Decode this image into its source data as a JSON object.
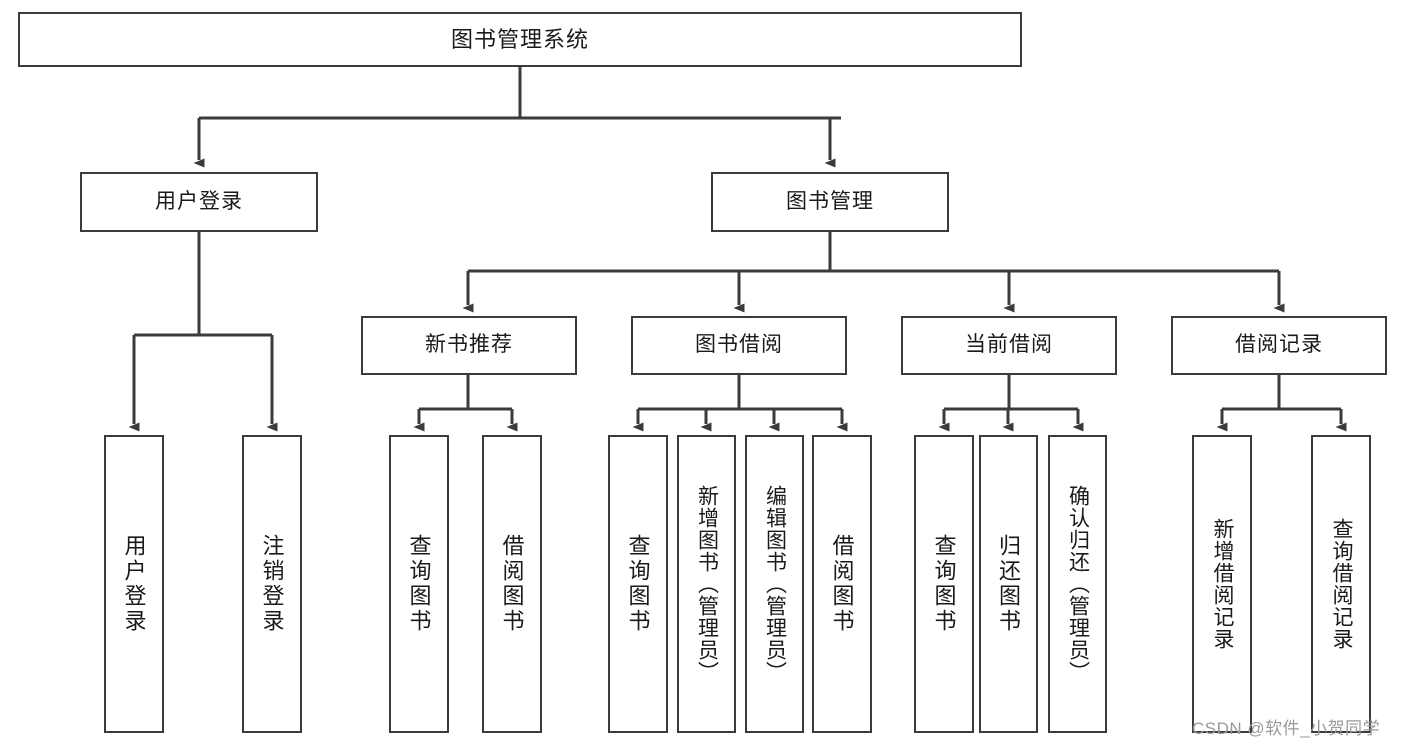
{
  "diagram": {
    "title": "图书管理系统",
    "type": "function-structure-tree",
    "watermark": "CSDN @软件_小贺同学",
    "line_color": "#3b3b3b",
    "text_color": "#1a1a1a",
    "background": "#ffffff",
    "levels": {
      "root": [
        "图书管理系统"
      ],
      "level2": [
        "用户登录",
        "图书管理"
      ],
      "level3": [
        "新书推荐",
        "图书借阅",
        "当前借阅",
        "借阅记录"
      ],
      "leaves": [
        "用户登录",
        "注销登录",
        "查询图书",
        "借阅图书",
        "查询图书",
        "新增图书（管理员）",
        "编辑图书（管理员）",
        "借阅图书",
        "查询图书",
        "归还图书",
        "确认归还（管理员）",
        "新增借阅记录",
        "查询借阅记录"
      ]
    },
    "nodes": {
      "root": {
        "label": "图书管理系统"
      },
      "user_login": {
        "label": "用户登录"
      },
      "book_manage": {
        "label": "图书管理"
      },
      "new_book_rec": {
        "label": "新书推荐"
      },
      "book_borrow": {
        "label": "图书借阅"
      },
      "current_borrow": {
        "label": "当前借阅"
      },
      "borrow_record": {
        "label": "借阅记录"
      },
      "leaf_user_login": {
        "label": "用户登录"
      },
      "leaf_logout": {
        "label": "注销登录"
      },
      "leaf_query_book_1": {
        "label": "查询图书"
      },
      "leaf_borrow_book_1": {
        "label": "借阅图书"
      },
      "leaf_query_book_2": {
        "label": "查询图书"
      },
      "leaf_add_book": {
        "label": "新增图书（管理员）"
      },
      "leaf_edit_book": {
        "label": "编辑图书（管理员）"
      },
      "leaf_borrow_book_2": {
        "label": "借阅图书"
      },
      "leaf_query_book_3": {
        "label": "查询图书"
      },
      "leaf_return_book": {
        "label": "归还图书"
      },
      "leaf_confirm_return": {
        "label": "确认归还（管理员）"
      },
      "leaf_add_record": {
        "label": "新增借阅记录"
      },
      "leaf_query_record": {
        "label": "查询借阅记录"
      }
    }
  }
}
